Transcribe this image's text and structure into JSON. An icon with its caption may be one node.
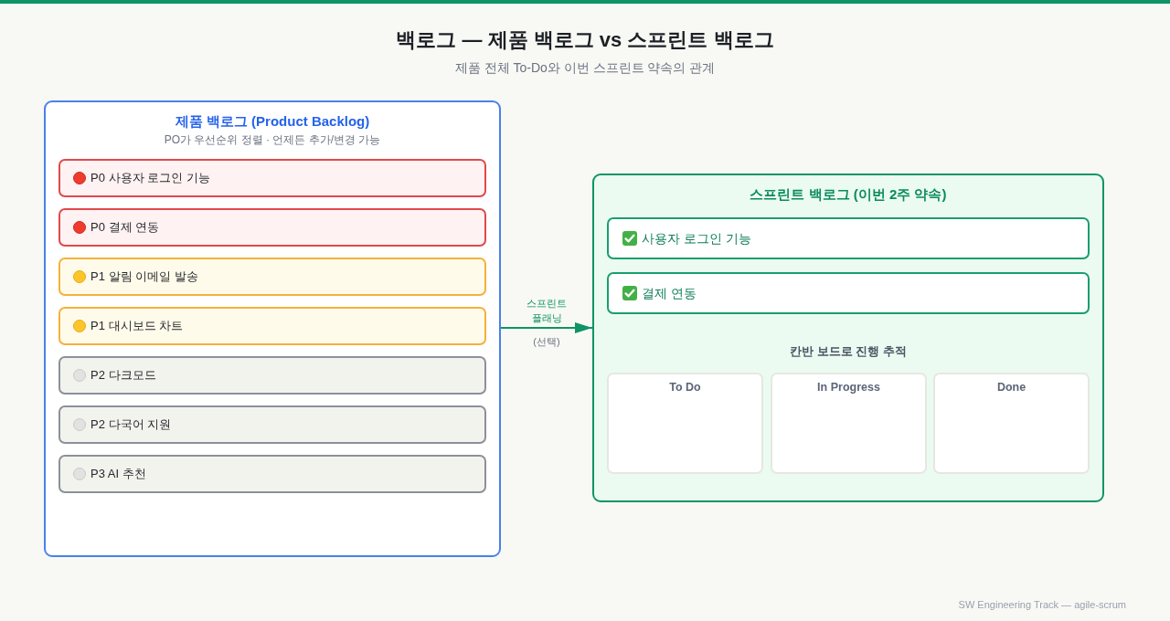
{
  "diagram": {
    "title": "백로그 — 제품 백로그 vs 스프린트 백로그",
    "nodes": [
      {
        "text": [
          "제품 백로그 (Product Backlog)",
          "PO가 우선순위 정렬 · 언제든 추가/변경 가능"
        ]
      },
      {
        "text": [
          "P0 사용자 로그인 기능"
        ],
        "in": 0
      },
      {
        "text": [
          "P0 결제 연동"
        ],
        "in": 0
      },
      {
        "text": [
          "P1 알림 이메일 발송"
        ],
        "in": 0
      },
      {
        "text": [
          "P1 대시보드 차트"
        ],
        "in": 0
      },
      {
        "text": [
          "P2 다크모드"
        ],
        "in": 0
      },
      {
        "text": [
          "P2 다국어 지원"
        ],
        "in": 0
      },
      {
        "text": [
          "P3 AI 추천"
        ],
        "in": 0
      },
      {
        "text": [
          "스프린트 백로그 (이번 2주 약속)",
          "칸반 보드로 진행 추적"
        ]
      },
      {
        "text": [
          "사용자 로그인 기능"
        ],
        "in": 8
      },
      {
        "text": [
          "결제 연동"
        ],
        "in": 8
      },
      {
        "text": [
          "To Do"
        ],
        "in": 8
      },
      {
        "text": [
          "In Progress"
        ],
        "in": 8
      },
      {
        "text": [
          "Done"
        ],
        "in": 8
      }
    ],
    "edges": [
      {
        "from": 0,
        "to": 8,
        "arrow": "to",
        "label": "스프린트 플래닝"
      }
    ],
    "labels": [
      "제품 전체 To-Do와 이번 스프린트 약속의 관계",
      "(선택)",
      "SW Engineering Track — agile-scrum"
    ]
  }
}
